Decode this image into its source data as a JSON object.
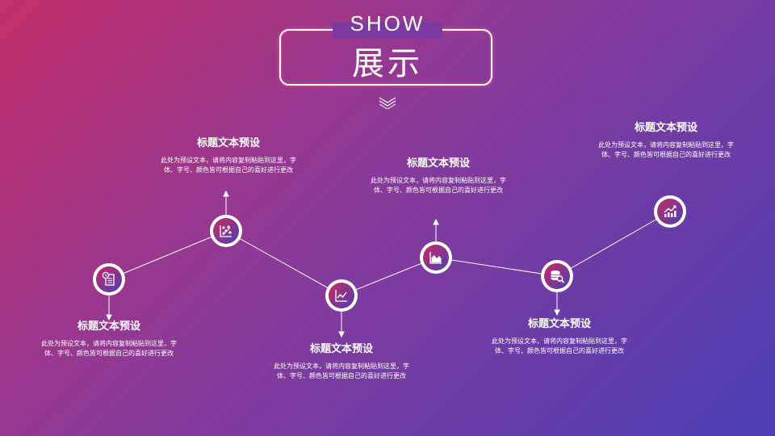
{
  "header": {
    "title_en": "SHOW",
    "title_zh": "展示"
  },
  "colors": {
    "accent_pink": "#c62a63",
    "accent_violet": "#4e3fb5",
    "text": "#ffffff"
  },
  "steps": [
    {
      "title": "标题文本预设",
      "desc": "此处为预设文本，请将内容复制粘贴到这里，字体、字号、颜色皆可根据自己的喜好进行更改",
      "icon": "document-clock-icon"
    },
    {
      "title": "标题文本预设",
      "desc": "此处为预设文本，请将内容复制粘贴到这里，字体、字号、颜色皆可根据自己的喜好进行更改",
      "icon": "scatter-chart-icon"
    },
    {
      "title": "标题文本预设",
      "desc": "此处为预设文本，请将内容复制粘贴到这里，字体、字号、颜色皆可根据自己的喜好进行更改",
      "icon": "line-chart-icon"
    },
    {
      "title": "标题文本预设",
      "desc": "此处为预设文本，请将内容复制粘贴到这里，字体、字号、颜色皆可根据自己的喜好进行更改",
      "icon": "area-chart-icon"
    },
    {
      "title": "标题文本预设",
      "desc": "此处为预设文本，请将内容复制粘贴到这里，字体、字号、颜色皆可根据自己的喜好进行更改",
      "icon": "database-search-icon"
    },
    {
      "title": "标题文本预设",
      "desc": "此处为预设文本，请将内容复制粘贴到这里，字体、字号、颜色皆可根据自己的喜好进行更改",
      "icon": "growth-chart-icon"
    }
  ]
}
